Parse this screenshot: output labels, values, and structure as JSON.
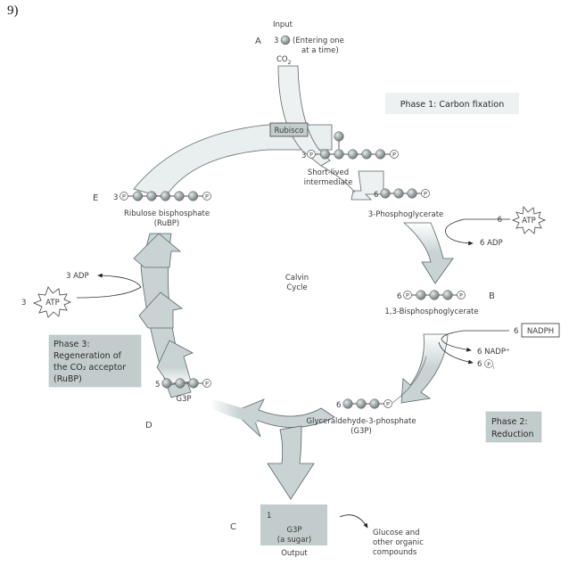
{
  "question_number": "9)",
  "title": "Calvin Cycle",
  "center_label": [
    "Calvin",
    "Cycle"
  ],
  "input": {
    "heading": "Input",
    "count": "3",
    "molecule": "CO",
    "molecule_sub": "2",
    "note": [
      "(Entering one",
      "at a time)"
    ]
  },
  "enzyme": "Rubisco",
  "phases": {
    "phase1": "Phase 1: Carbon fixation",
    "phase2": [
      "Phase 2:",
      "Reduction"
    ],
    "phase3": [
      "Phase 3:",
      "Regeneration of",
      "the CO₂ acceptor",
      "(RuBP)"
    ]
  },
  "step_letters": {
    "a": "A",
    "b": "B",
    "c": "C",
    "d": "D",
    "e": "E"
  },
  "molecules": {
    "intermediate": {
      "count": "3",
      "label": [
        "Short-lived",
        "intermediate"
      ]
    },
    "pga": {
      "count": "6",
      "label": "3-Phosphoglycerate"
    },
    "bpg": {
      "count": "6",
      "label": "1,3-Bisphosphoglycerate"
    },
    "g3p_six": {
      "count": "6",
      "label": [
        "Glyceraldehyde-3-phosphate",
        "(G3P)"
      ]
    },
    "g3p_five": {
      "count": "5",
      "label": "G3P"
    },
    "output_g3p": {
      "count": "1",
      "label": [
        "G3P",
        "(a sugar)"
      ],
      "caption": "Output"
    },
    "rubp": {
      "count": "3",
      "label": [
        "Ribulose bisphosphate",
        "(RuBP)"
      ]
    }
  },
  "phosphate_symbol": "P",
  "cofactors": {
    "atp_in_phase2": {
      "count": "6",
      "name": "ATP"
    },
    "adp_out_phase2": "6 ADP",
    "nadph_in": {
      "count": "6",
      "name": "NADPH"
    },
    "nadp_out": "6 NADP⁺",
    "pi_out": {
      "count": "6",
      "sub": "i"
    },
    "atp_in_phase3": {
      "count": "3",
      "name": "ATP"
    },
    "adp_out_phase3": "3 ADP"
  },
  "output_destination": [
    "Glucose and",
    "other organic",
    "compounds"
  ],
  "colors": {
    "arrow_fill": "#c9d3d3",
    "arrow_stroke": "#5b6666",
    "phase_box": "#c3cccc",
    "phase1_box": "#eef1f1",
    "ball": "#9aa3a3",
    "text": "#3a3a3a"
  }
}
